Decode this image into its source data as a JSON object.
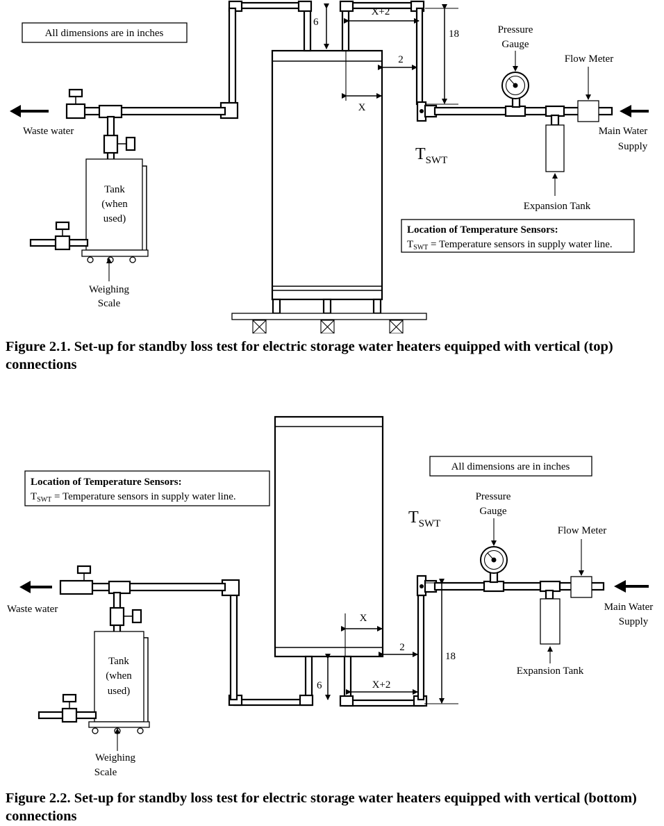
{
  "figure1": {
    "caption": "Figure 2.1.  Set-up for standby loss test for electric storage water heaters equipped with vertical (top) connections",
    "dimensions_note": "All dimensions are in inches",
    "labels": {
      "waste_water": "Waste water",
      "tank_line1": "Tank",
      "tank_line2": "(when",
      "tank_line3": "used)",
      "weighing_line1": "Weighing",
      "weighing_line2": "Scale",
      "pressure_line1": "Pressure",
      "pressure_line2": "Gauge",
      "flow_meter": "Flow Meter",
      "main_line1": "Main Water",
      "main_line2": "Supply",
      "expansion_tank": "Expansion Tank",
      "sensor_main": "T",
      "sensor_sub": "SWT"
    },
    "dims": {
      "d6": "6",
      "dx2": "X+2",
      "d18": "18",
      "d2": "2",
      "dx": "X"
    },
    "legend": {
      "title": "Location of Temperature Sensors:",
      "t_main": "T",
      "t_sub": "SWT",
      "text": " = Temperature sensors in supply water line."
    }
  },
  "figure2": {
    "caption": "Figure 2.2.  Set-up for standby loss test for electric storage water heaters equipped with vertical (bottom) connections",
    "dimensions_note": "All dimensions are in inches",
    "labels": {
      "waste_water": "Waste water",
      "tank_line1": "Tank",
      "tank_line2": "(when",
      "tank_line3": "used)",
      "weighing_line1": "Weighing",
      "weighing_line2": "Scale",
      "pressure_line1": "Pressure",
      "pressure_line2": "Gauge",
      "flow_meter": "Flow Meter",
      "main_line1": "Main Water",
      "main_line2": "Supply",
      "expansion_tank": "Expansion Tank",
      "sensor_main": "T",
      "sensor_sub": "SWT"
    },
    "dims": {
      "d6": "6",
      "dx2": "X+2",
      "d18": "18",
      "d2": "2",
      "dx": "X"
    },
    "legend": {
      "title": "Location of Temperature Sensors:",
      "t_main": "T",
      "t_sub": "SWT",
      "text": " = Temperature sensors in supply water line."
    }
  }
}
